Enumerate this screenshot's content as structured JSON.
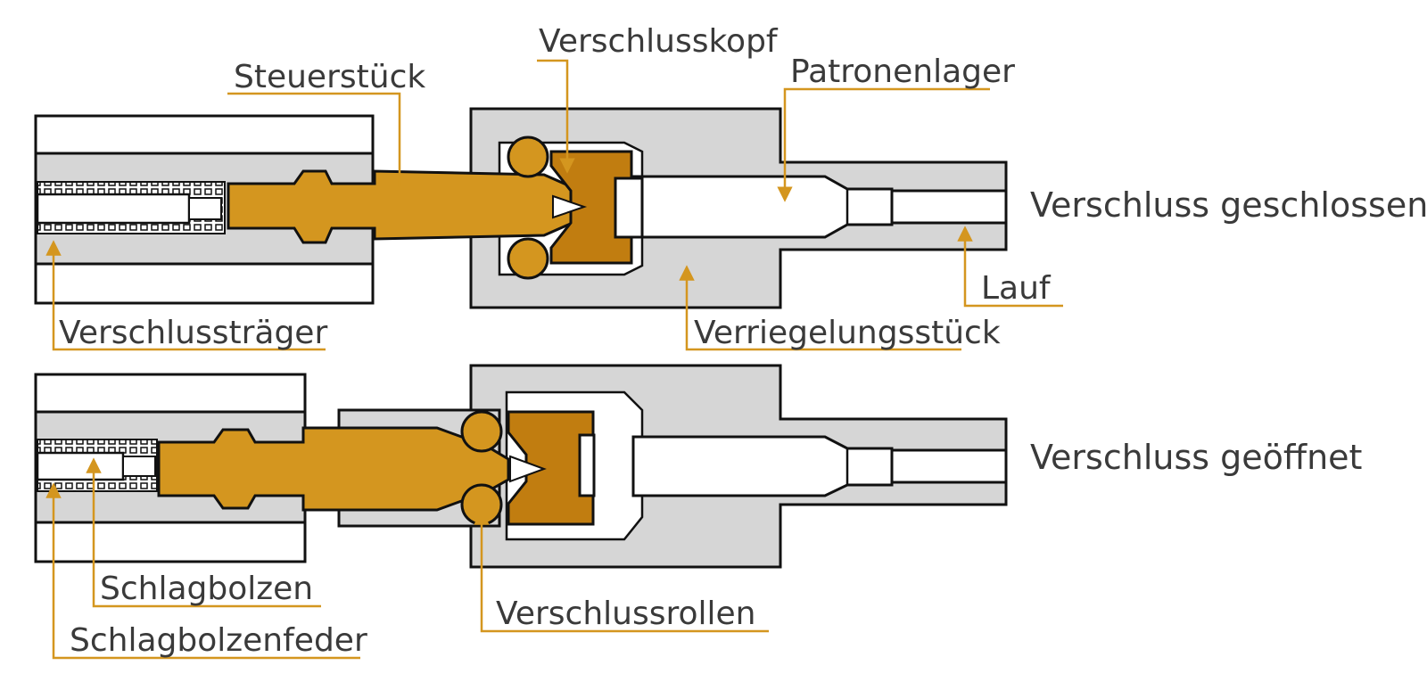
{
  "colors": {
    "gold": "#d4961f",
    "gold_dark": "#c17d10",
    "steel": "#d6d6d6",
    "steel_dark": "#c6c6c6",
    "outline": "#111111",
    "text": "#3a3a3a",
    "leader": "#d4961f"
  },
  "states": {
    "closed": "Verschluss geschlossen",
    "open": "Verschluss geöffnet"
  },
  "labels": {
    "verschlusskopf": "Verschlusskopf",
    "steuerstueck": "Steuerstück",
    "patronenlager": "Patronenlager",
    "verschlusstraeger": "Verschlussträger",
    "verriegelungsstueck": "Verriegelungsstück",
    "lauf": "Lauf",
    "schlagbolzen": "Schlagbolzen",
    "schlagbolzenfeder": "Schlagbolzenfeder",
    "verschlussrollen": "Verschlussrollen"
  }
}
